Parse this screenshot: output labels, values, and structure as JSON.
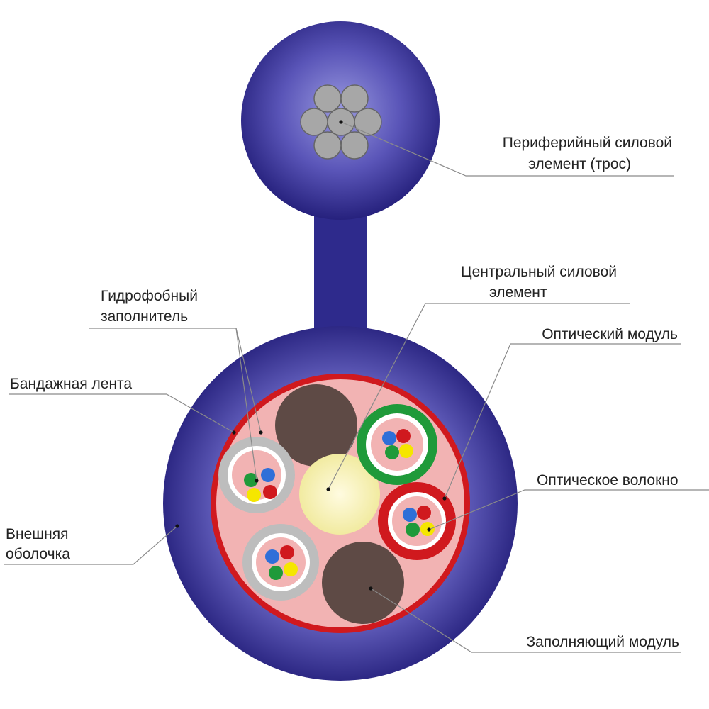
{
  "labels": {
    "peripheral_strength": [
      "Периферийный силовой",
      "элемент (трос)"
    ],
    "central_strength": [
      "Центральный силовой",
      "элемент"
    ],
    "hydrophobic_filler": [
      "Гидрофобный",
      "заполнитель"
    ],
    "optical_module": "Оптический модуль",
    "binding_tape": "Бандажная лента",
    "optical_fiber": "Оптическое волокно",
    "outer_sheath": [
      "Внешняя",
      "оболочка"
    ],
    "filler_module": "Заполняющий модуль"
  },
  "colors": {
    "sheath": "#2e2a8c",
    "sheath_light": "#8f8fd6",
    "binding_tape": "#d0191e",
    "hydrophobic_fill": "#f2b3b3",
    "filler_module": "#5e4a45",
    "central_element": "#f8f4b0",
    "steel_wire": "#a7a7a7",
    "module_green": "#1f9a3a",
    "module_red": "#d0191e",
    "module_gray": "#bdbdbd",
    "fiber_blue": "#2f6fd8",
    "fiber_red": "#d0191e",
    "fiber_green": "#1f9a3a",
    "fiber_yellow": "#f5e600"
  }
}
